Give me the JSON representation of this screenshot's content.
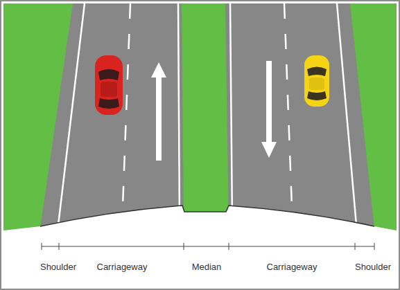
{
  "diagram": {
    "labels": [
      "Shoulder",
      "Carriageway",
      "Median",
      "Carriageway",
      "Shoulder"
    ]
  }
}
